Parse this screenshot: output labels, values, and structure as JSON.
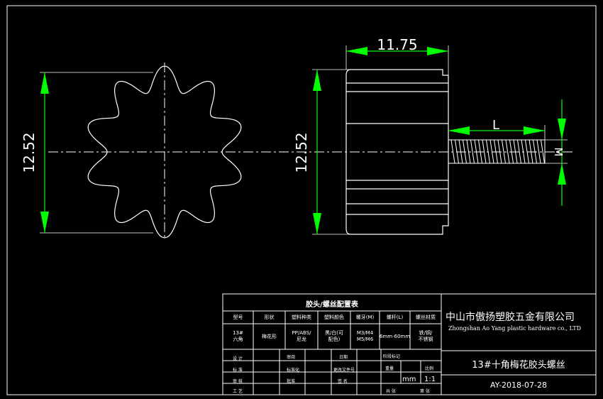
{
  "drawing": {
    "front_view": {
      "dim_height": "12.52"
    },
    "side_view": {
      "dim_height": "12.52",
      "dim_width": "11.75",
      "thread_length_label": "L",
      "thread_dia_label": "M"
    }
  },
  "title_block": {
    "config_table": {
      "title": "胶头/螺丝配置表",
      "headers": [
        "型号",
        "形状",
        "塑料种类",
        "塑料颜色",
        "螺牙(M)",
        "螺杆(L)",
        "螺丝材质"
      ],
      "row": [
        "13#\n六角",
        "梅花形",
        "PP/ABS/\n尼龙",
        "黑/白(可\n配色)",
        "M3/M4\nM5/M6",
        "6mm-60mm",
        "铁/铜/\n不锈钢"
      ]
    },
    "approval_labels": {
      "left": [
        "设 计",
        "标 准",
        "审 核",
        "工 艺"
      ],
      "mid1": [
        "审阅",
        "标准化",
        "批准"
      ],
      "mid2": [
        "日期",
        "更改文件号",
        "签 名"
      ],
      "grid_header": [
        "阶段标记",
        "重量",
        "比例"
      ],
      "bottom_row": [
        "共 张",
        "第 张"
      ]
    },
    "unit": "mm",
    "scale": "1:1",
    "company_cn": "中山市傲扬塑胶五金有限公司",
    "company_en": "Zhongshan Ao Yang plastic hardware co., LTD",
    "part_name": "13#十角梅花胶头螺丝",
    "drawing_no": "AY-2018-07-28"
  },
  "colors": {
    "background": "#000000",
    "line": "#ffffff",
    "dimension": "#00ff00",
    "border": "#ffffff"
  }
}
